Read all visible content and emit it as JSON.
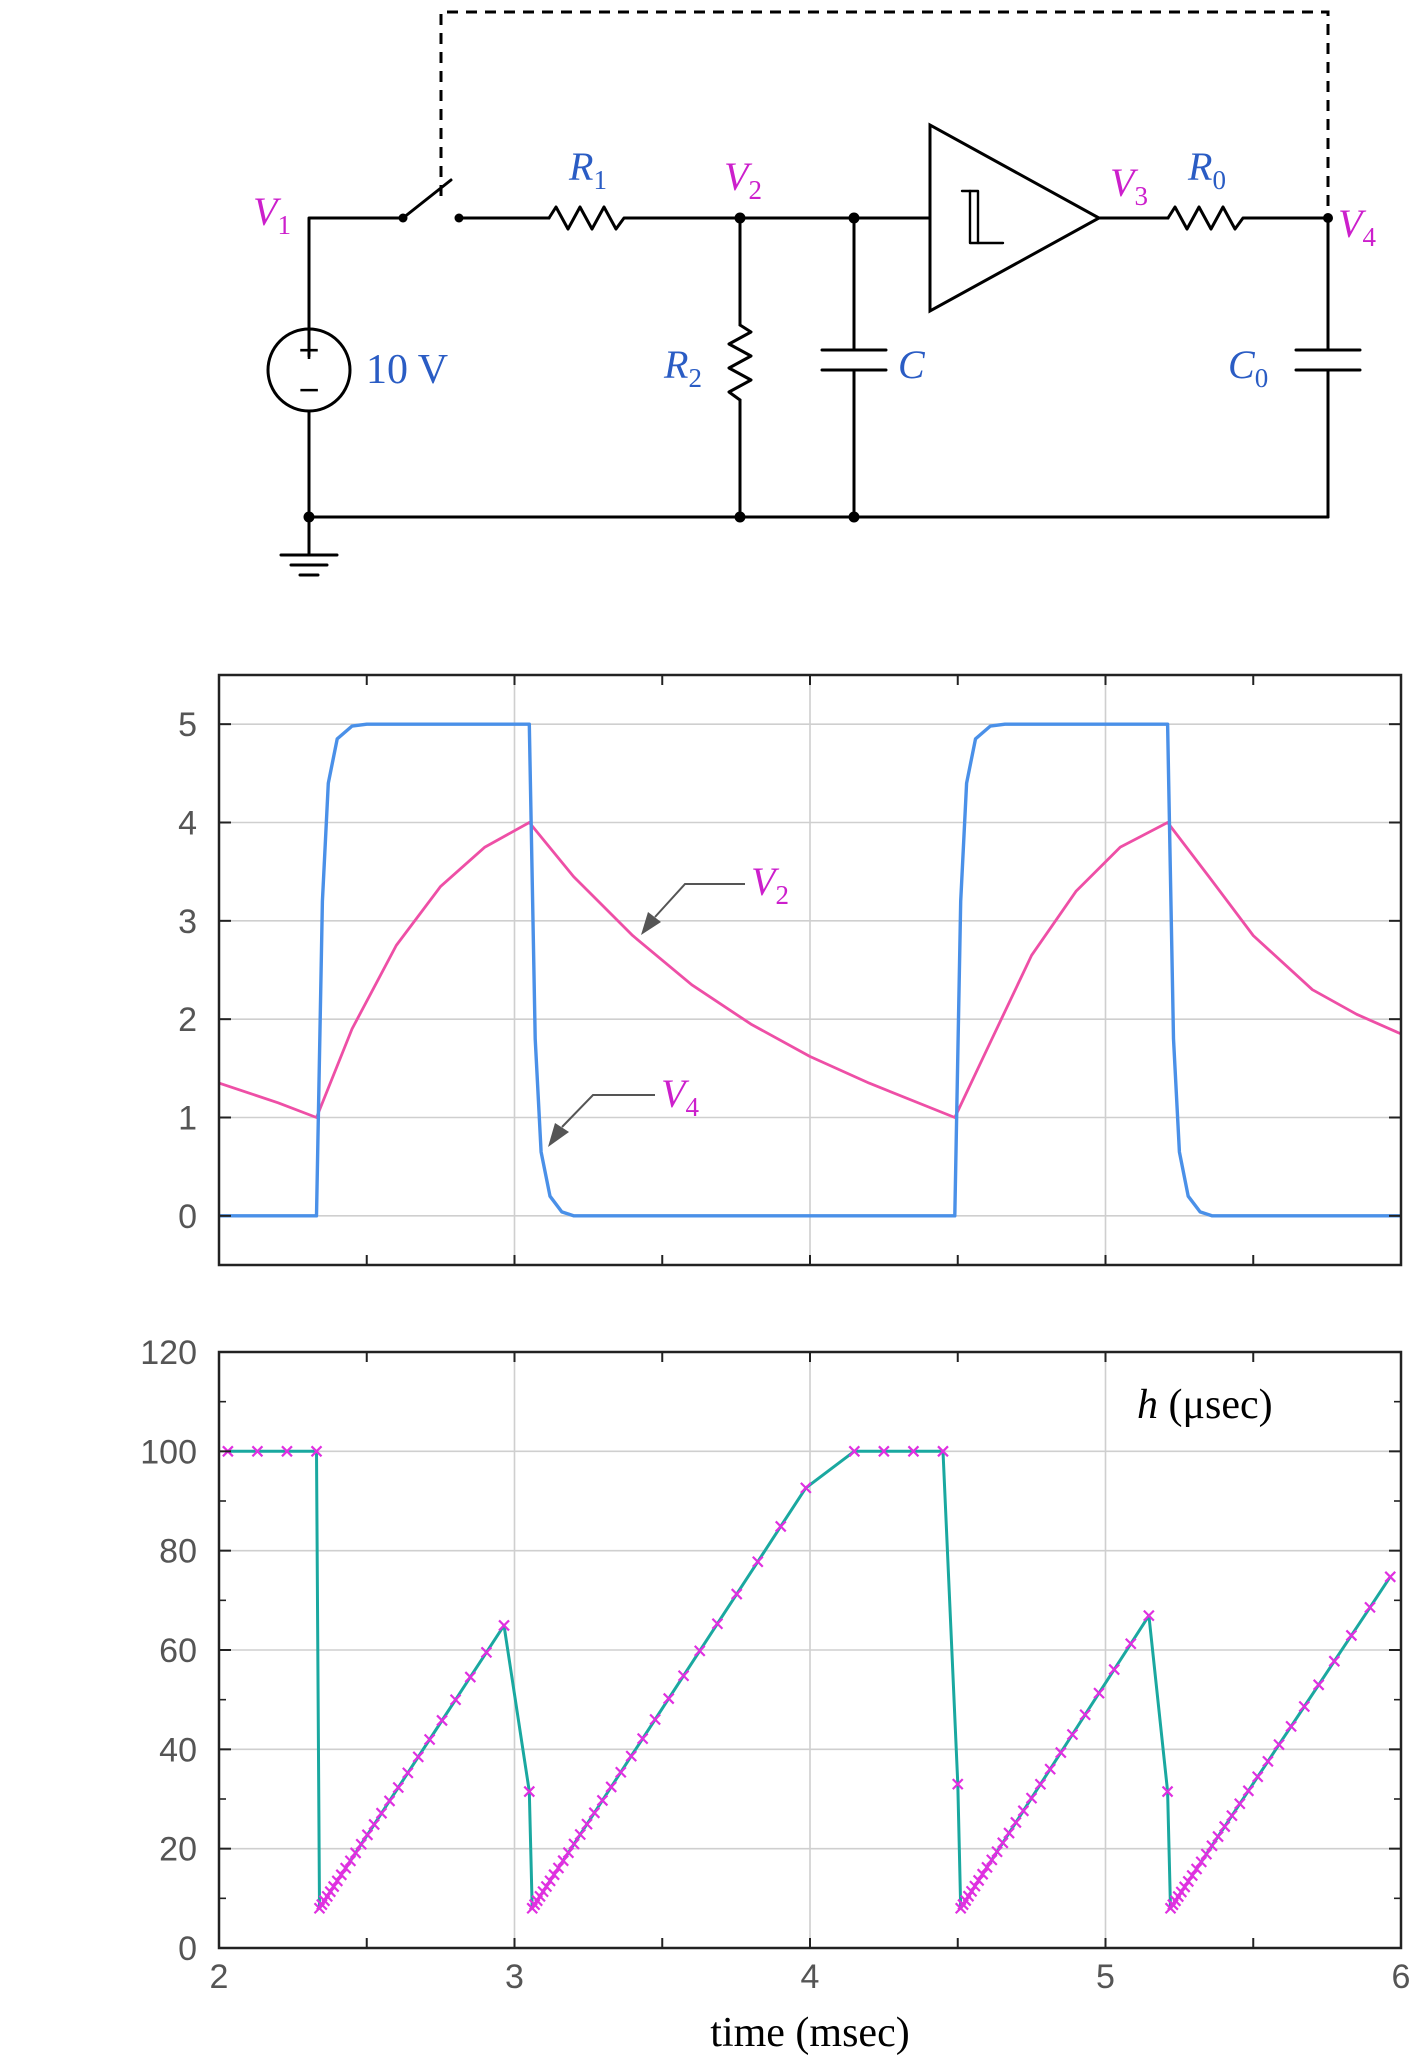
{
  "circuit": {
    "labels": {
      "v1": "V",
      "v1_sub": "1",
      "v2": "V",
      "v2_sub": "2",
      "v3": "V",
      "v3_sub": "3",
      "v4": "V",
      "v4_sub": "4",
      "r1": "R",
      "r1_sub": "1",
      "r2": "R",
      "r2_sub": "2",
      "r0": "R",
      "r0_sub": "0",
      "c": "C",
      "c0": "C",
      "c0_sub": "0",
      "source": "10 V",
      "plus": "+",
      "minus": "−"
    },
    "colors": {
      "node_label": "#cc1fcc",
      "component_label": "#2a5cc4",
      "wire": "#000000"
    }
  },
  "chart_data": [
    {
      "type": "line",
      "title": "",
      "xlabel": "",
      "ylabel": "",
      "xlim": [
        2,
        6
      ],
      "ylim": [
        -0.5,
        5.5
      ],
      "xticks": [
        2,
        3,
        4,
        5,
        6
      ],
      "yticks": [
        0,
        1,
        2,
        3,
        4,
        5
      ],
      "ytick_labels": [
        "0",
        "1",
        "2",
        "3",
        "4",
        "5"
      ],
      "grid": true,
      "period_msec": 2.16,
      "series": [
        {
          "name": "V",
          "name_sub": "2",
          "color": "#ee4fa6",
          "x": [
            2.0,
            2.1,
            2.2,
            2.33,
            2.45,
            2.6,
            2.75,
            2.9,
            3.05,
            3.2,
            3.4,
            3.6,
            3.8,
            4.0,
            4.2,
            4.49,
            4.6,
            4.75,
            4.9,
            5.05,
            5.21,
            5.35,
            5.5,
            5.7,
            5.85,
            6.0
          ],
          "values": [
            1.35,
            1.25,
            1.15,
            1.0,
            1.9,
            2.75,
            3.35,
            3.75,
            4.0,
            3.45,
            2.85,
            2.35,
            1.95,
            1.62,
            1.35,
            1.0,
            1.7,
            2.65,
            3.3,
            3.75,
            4.0,
            3.45,
            2.85,
            2.3,
            2.05,
            1.85
          ]
        },
        {
          "name": "V",
          "name_sub": "4",
          "color": "#4a90e8",
          "x": [
            2.0,
            2.33,
            2.35,
            2.37,
            2.4,
            2.45,
            2.5,
            3.05,
            3.07,
            3.09,
            3.12,
            3.16,
            3.2,
            4.49,
            4.51,
            4.53,
            4.56,
            4.61,
            4.66,
            5.21,
            5.23,
            5.25,
            5.28,
            5.32,
            5.36,
            6.0
          ],
          "values": [
            0,
            0,
            3.2,
            4.4,
            4.85,
            4.98,
            5.0,
            5.0,
            1.8,
            0.65,
            0.2,
            0.04,
            0.0,
            0,
            3.2,
            4.4,
            4.85,
            4.98,
            5.0,
            5.0,
            1.8,
            0.65,
            0.2,
            0.04,
            0.0,
            0
          ]
        }
      ]
    },
    {
      "type": "line",
      "title": "",
      "xlabel": "time (msec)",
      "ylabel": "",
      "annotation_var": "h",
      "annotation_rest": " (μsec)",
      "xlim": [
        2,
        6
      ],
      "ylim": [
        0,
        120
      ],
      "xticks": [
        2,
        3,
        4,
        5,
        6
      ],
      "xtick_labels": [
        "2",
        "3",
        "4",
        "5",
        "6"
      ],
      "yticks": [
        0,
        20,
        40,
        60,
        80,
        100,
        120
      ],
      "ytick_labels": [
        "0",
        "20",
        "40",
        "60",
        "80",
        "100",
        "120"
      ],
      "grid": true,
      "series": [
        {
          "name": "",
          "color": "#1aa8a0",
          "marker": "x",
          "marker_color": "#e030e0",
          "segments": [
            {
              "x": [
                2.03,
                2.13,
                2.23,
                2.33
              ],
              "values": [
                100,
                100,
                100,
                100
              ]
            },
            {
              "ramp": [
                2.34,
                3.02,
                8,
                70
              ]
            },
            {
              "x": [
                3.05
              ],
              "values": [
                31.5
              ]
            },
            {
              "ramp": [
                3.06,
                4.05,
                8,
                98.5
              ]
            },
            {
              "x": [
                4.15,
                4.25,
                4.35,
                4.45
              ],
              "values": [
                100,
                100,
                100,
                100
              ]
            },
            {
              "x": [
                4.5
              ],
              "values": [
                33
              ]
            },
            {
              "ramp": [
                4.51,
                5.18,
                8,
                70
              ]
            },
            {
              "x": [
                5.21
              ],
              "values": [
                31.5
              ]
            },
            {
              "ramp": [
                5.22,
                6.0,
                8,
                78
              ]
            }
          ]
        }
      ]
    }
  ]
}
